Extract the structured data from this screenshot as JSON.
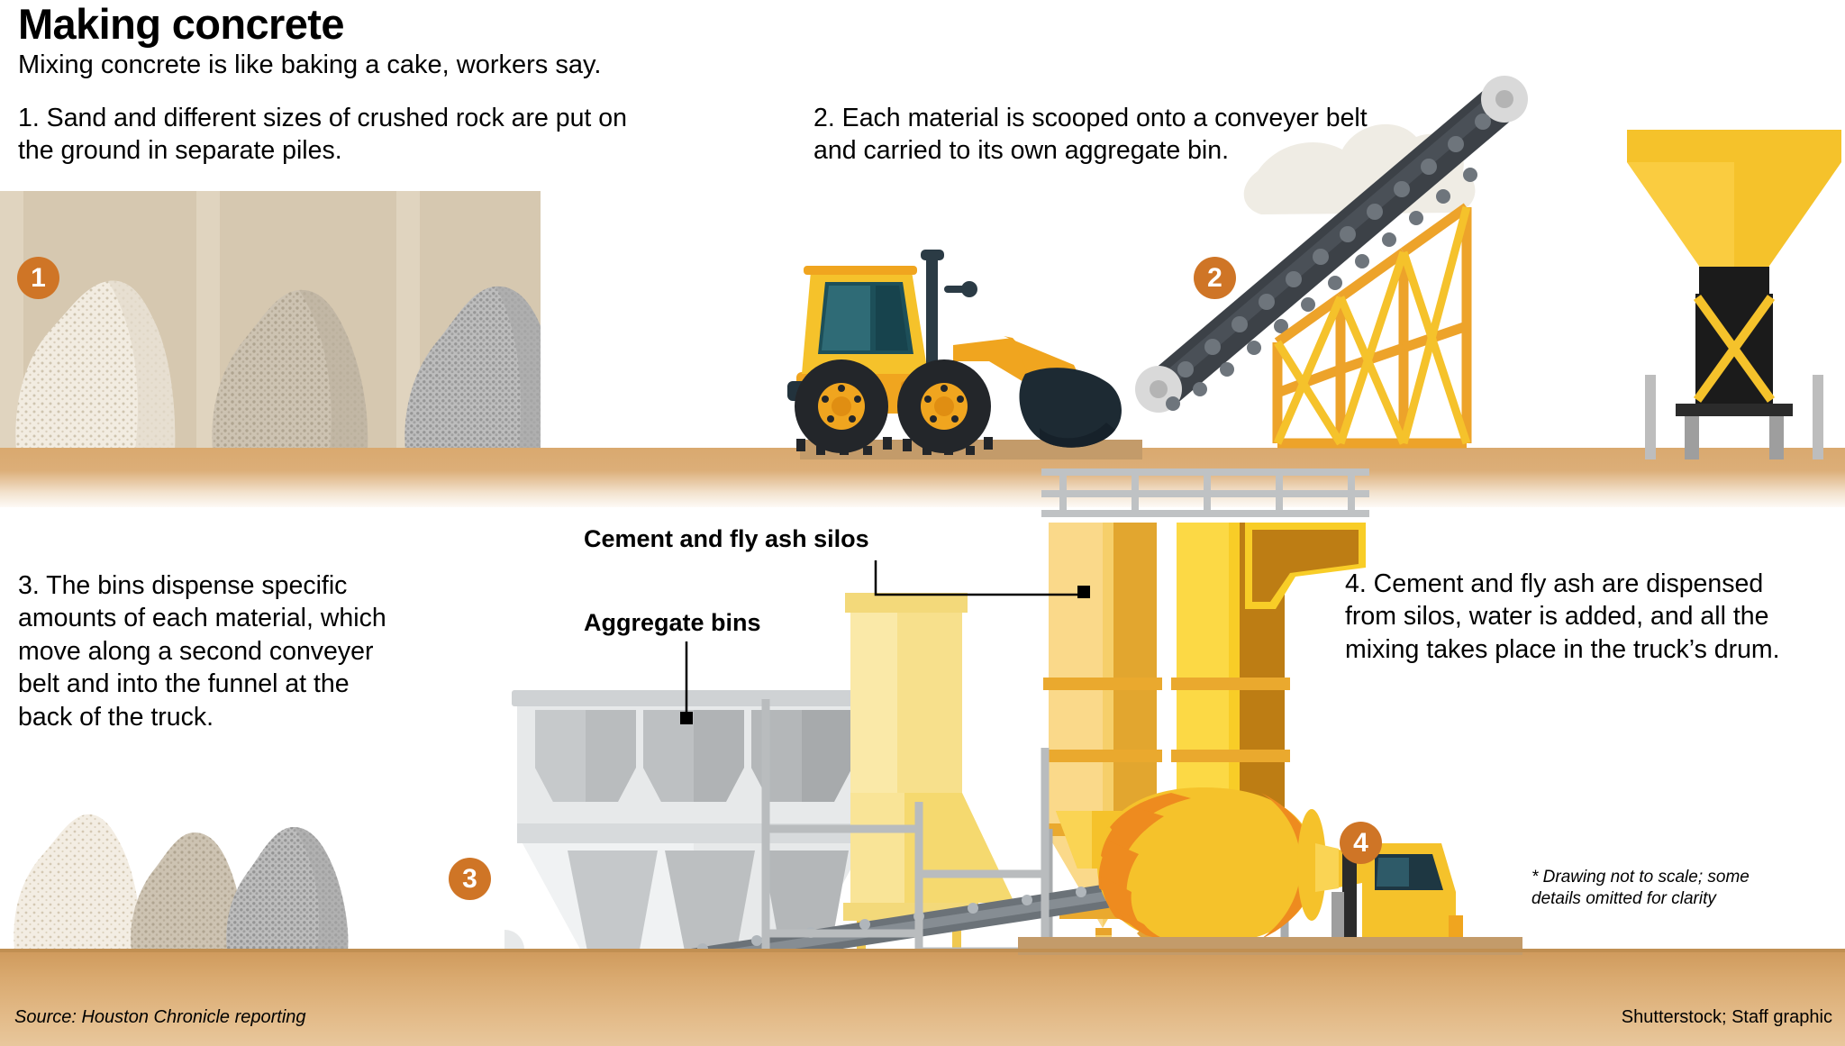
{
  "header": {
    "title": "Making concrete",
    "subtitle": "Mixing concrete is like baking a cake, workers say."
  },
  "steps": [
    {
      "number": "1",
      "text": "1. Sand and different sizes of crushed rock are put on the ground in separate piles."
    },
    {
      "number": "2",
      "text": "2. Each material is scooped onto a conveyer belt and carried to its own aggregate bin."
    },
    {
      "number": "3",
      "text": "3. The bins dispense specific amounts of each material, which move along a second conveyer belt and into the funnel at the back of the truck."
    },
    {
      "number": "4",
      "text": "4. Cement and fly ash are dispensed from silos, water is added, and all the mixing takes place in the truck’s drum."
    }
  ],
  "labels": {
    "silos": "Cement and fly ash silos",
    "bins": "Aggregate bins"
  },
  "footnote": "* Drawing not to scale; some details omitted for clarity",
  "credits": {
    "source": "Source: Houston Chronicle reporting",
    "graphic": "Shutterstock; Staff graphic"
  },
  "icons": {
    "loader": "front-loader-icon",
    "conveyer": "conveyer-belt-icon",
    "hopper": "aggregate-hopper-icon",
    "silo": "silo-icon",
    "mixer_truck": "mixer-truck-icon",
    "sand_pile": "sand-pile-icon",
    "gravel_pile": "gravel-pile-icon"
  },
  "colors": {
    "badge_orange": "#cf7526",
    "machine_yellow": "#f5c22b",
    "machine_orange": "#e79a26",
    "silo_light": "#f6cf6a",
    "silo_dark": "#c07d1c",
    "ground_tan": "#d9a96f",
    "steel_gray": "#a8a8a8",
    "tire_black": "#2b2b2b",
    "bin_silver": "#e3e3e3",
    "sand_cream": "#efe8da",
    "gravel_gray": "#b9b9b9"
  }
}
